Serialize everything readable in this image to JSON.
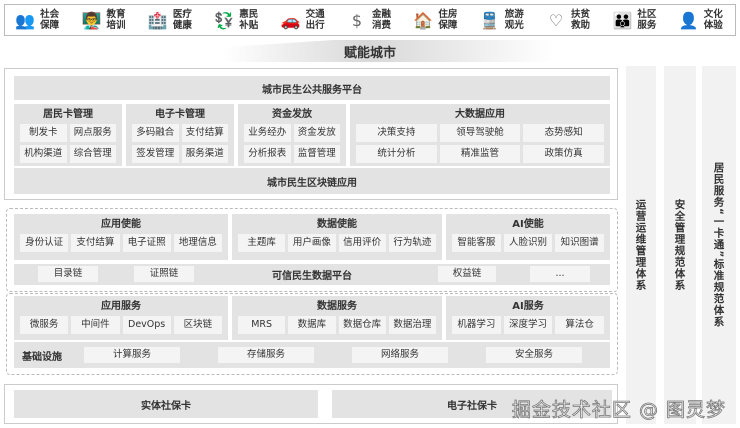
{
  "top_services": [
    {
      "icon": "people-icon",
      "glyph": "👥",
      "label": "社会保障"
    },
    {
      "icon": "classroom-icon",
      "glyph": "👨‍🏫",
      "label": "教育培训"
    },
    {
      "icon": "hospital-icon",
      "glyph": "🏥",
      "label": "医疗健康"
    },
    {
      "icon": "currency-exchange-icon",
      "glyph": "💱",
      "label": "惠民补贴"
    },
    {
      "icon": "car-icon",
      "glyph": "🚗",
      "label": "交通出行"
    },
    {
      "icon": "dollar-icon",
      "glyph": "$",
      "label": "金融消费"
    },
    {
      "icon": "house-icon",
      "glyph": "🏠",
      "label": "住房保障"
    },
    {
      "icon": "train-icon",
      "glyph": "🚆",
      "label": "旅游观光"
    },
    {
      "icon": "heart-pulse-icon",
      "glyph": "♡",
      "label": "扶贫救助"
    },
    {
      "icon": "community-icon",
      "glyph": "👪",
      "label": "社区服务"
    },
    {
      "icon": "group-icon",
      "glyph": "👤",
      "label": "文化体验"
    }
  ],
  "banner": "赋能城市",
  "platform": {
    "title": "城市民生公共服务平台",
    "groups": [
      {
        "title": "居民卡管理",
        "items": [
          "制发卡",
          "网点服务",
          "机构渠道",
          "综合管理"
        ]
      },
      {
        "title": "电子卡管理",
        "items": [
          "多码融合",
          "支付结算",
          "签发管理",
          "服务渠道"
        ]
      },
      {
        "title": "资金发放",
        "items": [
          "业务经办",
          "资金发放",
          "分析报表",
          "监督管理"
        ]
      },
      {
        "title": "大数据应用",
        "items": [
          "决策支持",
          "领导驾驶舱",
          "态势感知",
          "统计分析",
          "精准监管",
          "政策仿真"
        ]
      }
    ],
    "footer": "城市民生区块链应用"
  },
  "enablement": [
    {
      "title": "应用使能",
      "items": [
        "身份认证",
        "支付结算",
        "电子证照",
        "地理信息"
      ]
    },
    {
      "title": "数据使能",
      "items": [
        "主题库",
        "用户画像",
        "信用评价",
        "行为轨迹"
      ]
    },
    {
      "title": "AI使能",
      "items": [
        "智能客服",
        "人脸识别",
        "知识图谱"
      ]
    }
  ],
  "data_platform": {
    "title": "可信民生数据平台",
    "chains": [
      "目录链",
      "证照链",
      "权益链",
      "..."
    ]
  },
  "services": [
    {
      "title": "应用服务",
      "items": [
        "微服务",
        "中间件",
        "DevOps",
        "区块链"
      ]
    },
    {
      "title": "数据服务",
      "items": [
        "MRS",
        "数据库",
        "数据仓库",
        "数据治理"
      ]
    },
    {
      "title": "AI服务",
      "items": [
        "机器学习",
        "深度学习",
        "算法仓"
      ]
    }
  ],
  "infrastructure": {
    "title": "基础设施",
    "items": [
      "计算服务",
      "存储服务",
      "网络服务",
      "安全服务"
    ]
  },
  "cards": [
    "实体社保卡",
    "电子社保卡"
  ],
  "side_columns": [
    "运营运维管理体系",
    "安全管理规范体系",
    "居民服务“一卡通”标准规范体系"
  ],
  "watermark": "掘金技术社区 @ 图灵梦"
}
